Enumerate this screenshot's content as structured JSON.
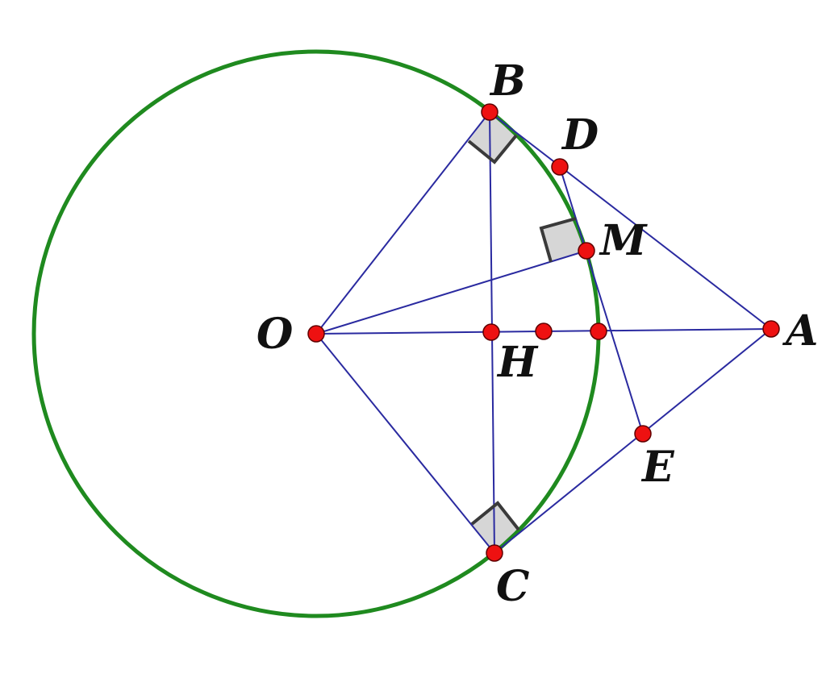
{
  "diagram": {
    "colors": {
      "circle": "#1f8a1f",
      "segment": "#2a2aa0",
      "point": "#ee1111",
      "right_angle_mark": "#3a3a3a",
      "right_angle_fill": "#cfcfcf"
    },
    "labels": {
      "B": "B",
      "D": "D",
      "M": "M",
      "O": "O",
      "H": "H",
      "A": "A",
      "E": "E",
      "C": "C"
    },
    "segments": [
      [
        "O",
        "B"
      ],
      [
        "O",
        "C"
      ],
      [
        "O",
        "M"
      ],
      [
        "O",
        "A"
      ],
      [
        "B",
        "C"
      ],
      [
        "B",
        "A"
      ],
      [
        "C",
        "A"
      ],
      [
        "D",
        "E"
      ]
    ],
    "right_angles": [
      {
        "vertex": "B",
        "between": [
          "O",
          "A"
        ]
      },
      {
        "vertex": "C",
        "between": [
          "O",
          "A"
        ]
      },
      {
        "vertex": "M",
        "between": [
          "O",
          "D"
        ]
      }
    ],
    "unlabeled_points_on_OA": 2
  }
}
